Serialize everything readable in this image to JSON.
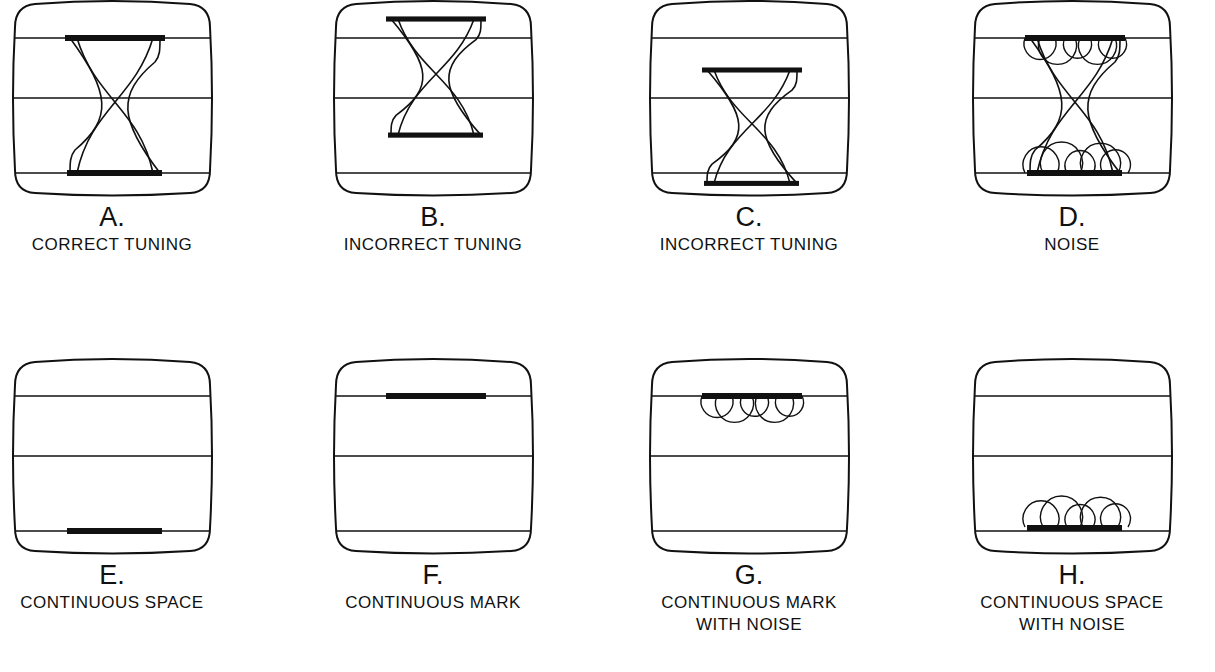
{
  "diagram": {
    "labels": [
      "A.",
      "CORRECT TUNING",
      "B.",
      "INCORRECT TUNING",
      "C.",
      "INCORRECT TUNING",
      "D.",
      "NOISE",
      "E.",
      "CONTINUOUS SPACE",
      "F.",
      "CONTINUOUS MARK",
      "G.",
      "CONTINUOUS MARK WITH NOISE",
      "H.",
      "CONTINUOUS SPACE WITH NOISE"
    ]
  }
}
